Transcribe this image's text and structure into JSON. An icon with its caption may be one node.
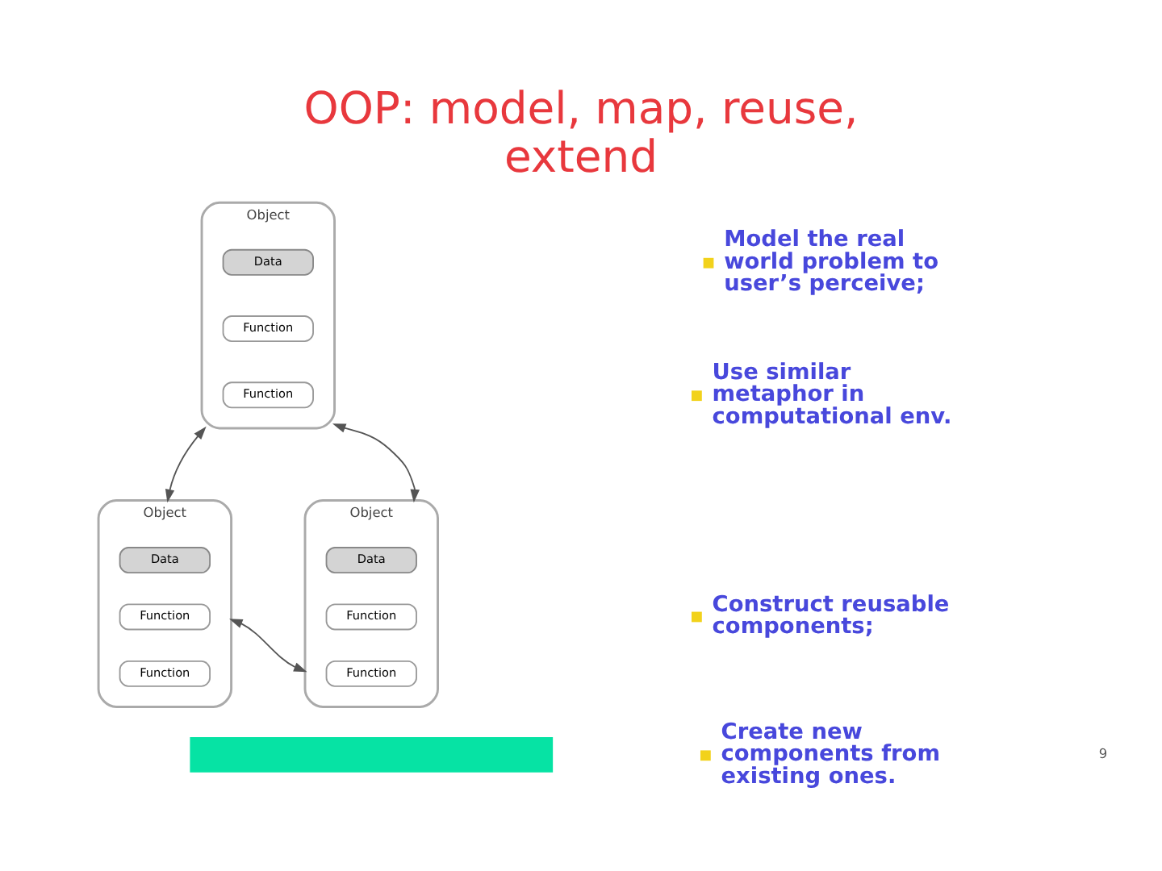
{
  "diagram": {
    "title": "OOP: model, map, reuse, extend",
    "nodes": [
      {
        "text": [
          "Object"
        ]
      },
      {
        "text": [
          "Data"
        ],
        "in": 0
      },
      {
        "text": [
          "Function"
        ],
        "in": 0
      },
      {
        "text": [
          "Function"
        ],
        "in": 0
      },
      {
        "text": [
          "Object"
        ]
      },
      {
        "text": [
          "Data"
        ],
        "in": 4
      },
      {
        "text": [
          "Function"
        ],
        "in": 4
      },
      {
        "text": [
          "Function"
        ],
        "in": 4
      },
      {
        "text": [
          "Object"
        ]
      },
      {
        "text": [
          "Data"
        ],
        "in": 8
      },
      {
        "text": [
          "Function"
        ],
        "in": 8
      },
      {
        "text": [
          "Function"
        ],
        "in": 8
      },
      {
        "text": [],
        "shape": "bar"
      }
    ],
    "edges": [
      {
        "from": 0,
        "to": 4,
        "arrow": "both"
      },
      {
        "from": 0,
        "to": 8,
        "arrow": "both"
      },
      {
        "from": 4,
        "to": 8,
        "arrow": "both"
      }
    ],
    "labels": [
      "Model the real world problem to user’s perceive;",
      "Use similar metaphor in computational env.",
      "Construct reusable components;",
      "Create new components from existing ones.",
      "9"
    ]
  }
}
